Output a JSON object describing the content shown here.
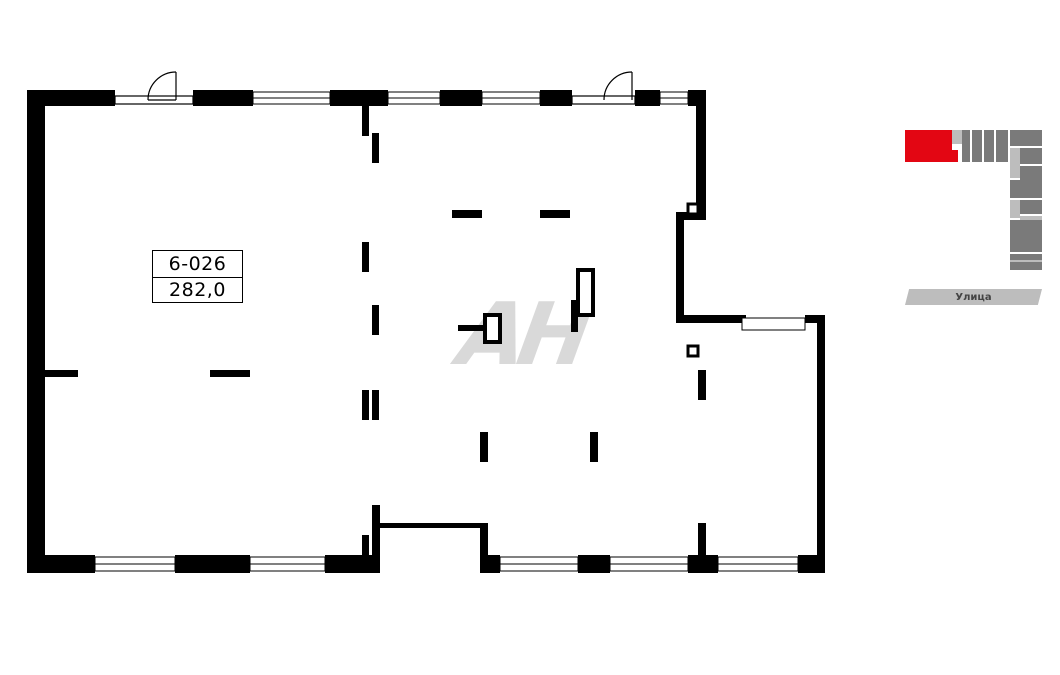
{
  "unit": {
    "number": "6-026",
    "area": "282,0"
  },
  "keyplan": {
    "street_label": "Улица",
    "highlight_color": "#e30613"
  },
  "watermark": {
    "text": "АН"
  }
}
